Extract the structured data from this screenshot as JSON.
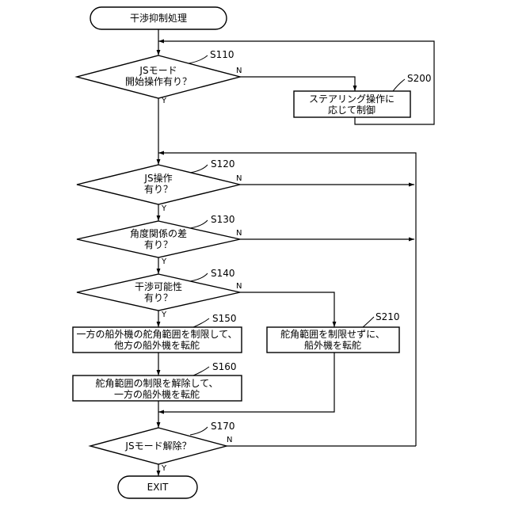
{
  "flowchart": {
    "start": {
      "text": "干渉抑制処理"
    },
    "end": {
      "text": "EXIT"
    },
    "decisions": {
      "s110": {
        "step": "S110",
        "lines": [
          "JSモード",
          "開始操作有り？"
        ],
        "yes": "Y",
        "no": "N"
      },
      "s120": {
        "step": "S120",
        "lines": [
          "JS操作",
          "有り？"
        ],
        "yes": "Y",
        "no": "N"
      },
      "s130": {
        "step": "S130",
        "lines": [
          "角度関係の差",
          "有り？"
        ],
        "yes": "Y",
        "no": "N"
      },
      "s140": {
        "step": "S140",
        "lines": [
          "干渉可能性",
          "有り？"
        ],
        "yes": "Y",
        "no": "N"
      },
      "s170": {
        "step": "S170",
        "lines": [
          "JSモード解除？"
        ],
        "yes": "Y",
        "no": "N"
      }
    },
    "processes": {
      "s200": {
        "step": "S200",
        "lines": [
          "ステアリング操作に",
          "応じて制御"
        ]
      },
      "s150": {
        "step": "S150",
        "lines": [
          "一方の船外機の舵角範囲を制限して、",
          "他方の船外機を転舵"
        ]
      },
      "s210": {
        "step": "S210",
        "lines": [
          "舵角範囲を制限せずに、",
          "船外機を転舵"
        ]
      },
      "s160": {
        "step": "S160",
        "lines": [
          "舵角範囲の制限を解除して、",
          "一方の船外機を転舵"
        ]
      }
    }
  }
}
